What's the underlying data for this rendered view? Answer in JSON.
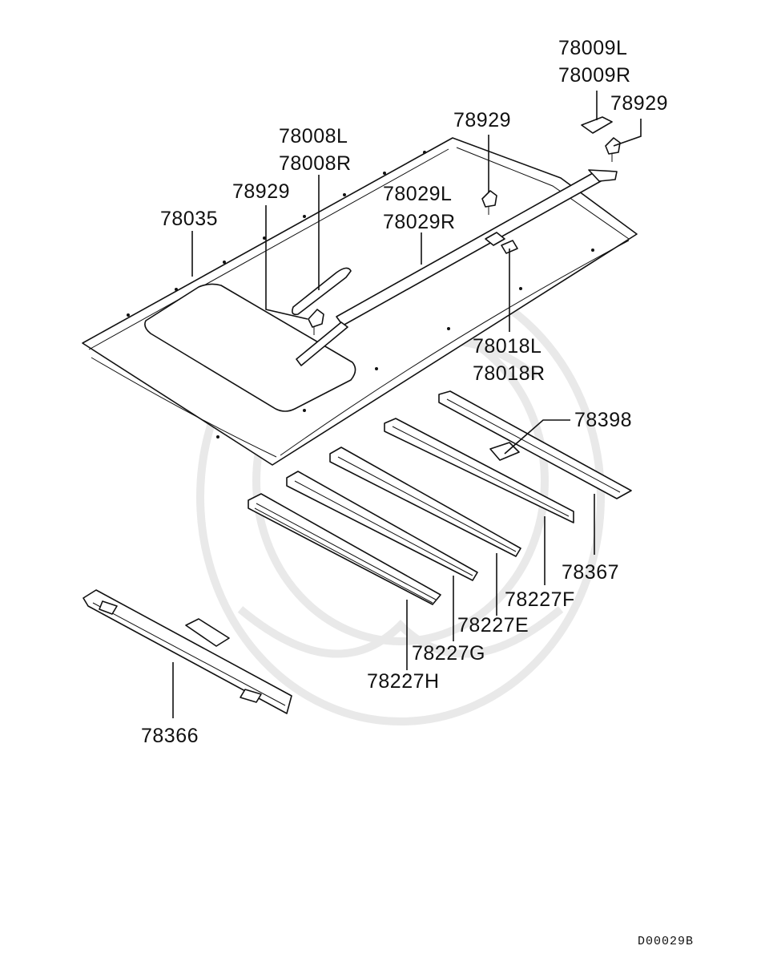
{
  "labels": {
    "p78009": [
      "78009L",
      "78009R"
    ],
    "p78929_top_right": "78929",
    "p78929_center": "78929",
    "p78008": [
      "78008L",
      "78008R"
    ],
    "p78929_left": "78929",
    "p78029": [
      "78029L",
      "78029R"
    ],
    "p78035": "78035",
    "p78018": [
      "78018L",
      "78018R"
    ],
    "p78398": "78398",
    "p78367": "78367",
    "p78227F": "78227F",
    "p78227E": "78227E",
    "p78227G": "78227G",
    "p78227H": "78227H",
    "p78366": "78366"
  },
  "diagram_code": "D00029B"
}
